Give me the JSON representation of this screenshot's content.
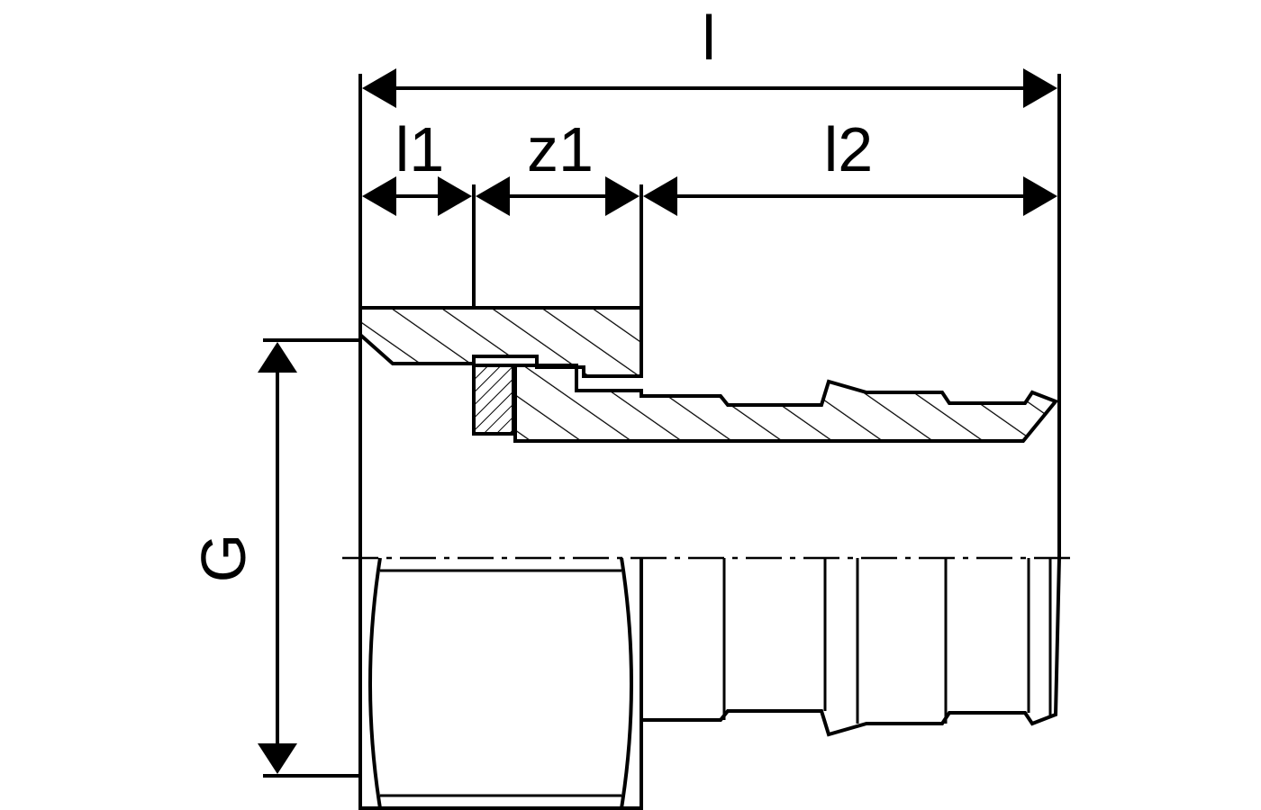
{
  "labels": {
    "total_length": "l",
    "length_1": "l1",
    "length_z1": "z1",
    "length_2": "l2",
    "thread": "G"
  },
  "colors": {
    "line": "#000000",
    "background": "#ffffff"
  }
}
